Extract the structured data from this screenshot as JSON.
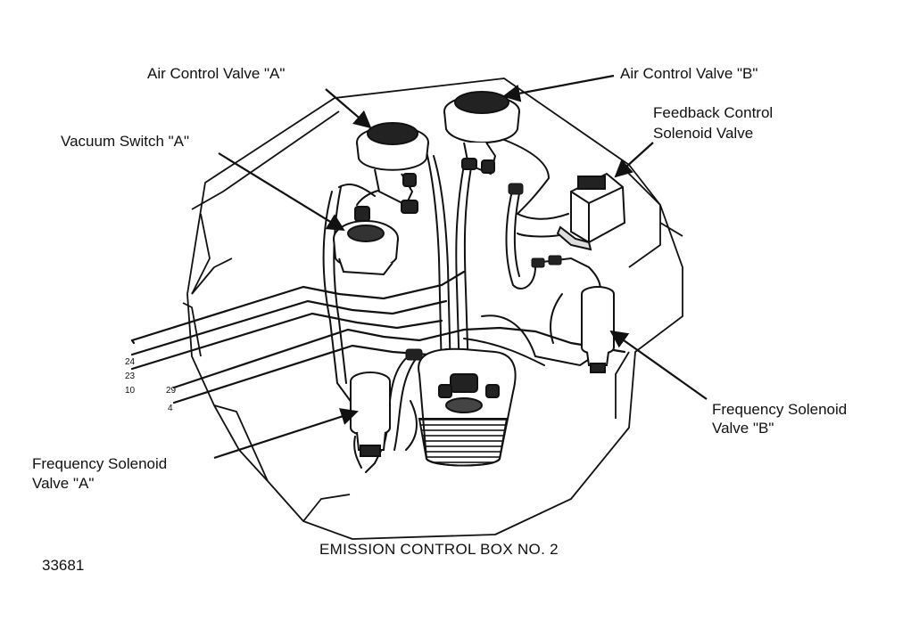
{
  "labels": {
    "air_control_valve_a": "Air Control Valve \"A\"",
    "air_control_valve_b": "Air Control Valve \"B\"",
    "vacuum_switch_a": "Vacuum Switch \"A\"",
    "feedback_line1": "Feedback Control",
    "feedback_line2": "Solenoid Valve",
    "freq_b_line1": "Frequency Solenoid",
    "freq_b_line2": "Valve \"B\"",
    "freq_a_line1": "Frequency Solenoid",
    "freq_a_line2": "Valve \"A\""
  },
  "caption": "EMISSION CONTROL BOX NO. 2",
  "figure_number": "33681",
  "tube_numbers": [
    "24",
    "23",
    "10",
    "29",
    "4"
  ],
  "colors": {
    "ink": "#111111",
    "paper": "#ffffff"
  }
}
